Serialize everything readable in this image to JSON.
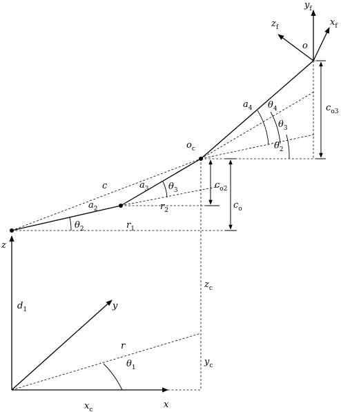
{
  "labels": {
    "yf": "y",
    "yf_sub": "f",
    "zf": "z",
    "zf_sub": "f",
    "xf": "x",
    "xf_sub": "f",
    "o": "o",
    "a4": "a",
    "a4_sub": "4",
    "theta4": "θ",
    "theta4_sub": "4",
    "theta3_top": "θ",
    "theta3_top_sub": "3",
    "theta2_top": "θ",
    "theta2_top_sub": "2",
    "co3": "c",
    "co3_sub": "o3",
    "oc": "o",
    "oc_sub": "c",
    "c": "c",
    "a3": "a",
    "a3_sub": "3",
    "theta3_mid": "θ",
    "theta3_mid_sub": "3",
    "co2": "c",
    "co2_sub": "o2",
    "a2": "a",
    "a2_sub": "2",
    "r2": "r",
    "r2_sub": "2",
    "co": "c",
    "co_sub": "o",
    "theta2_low": "θ",
    "theta2_low_sub": "2",
    "r1": "r",
    "r1_sub": "1",
    "z": "z",
    "zc": "z",
    "zc_sub": "c",
    "d1": "d",
    "d1_sub": "1",
    "y": "y",
    "r": "r",
    "theta1": "θ",
    "theta1_sub": "1",
    "yc": "y",
    "yc_sub": "c",
    "x": "x",
    "xc": "x",
    "xc_sub": "c"
  }
}
